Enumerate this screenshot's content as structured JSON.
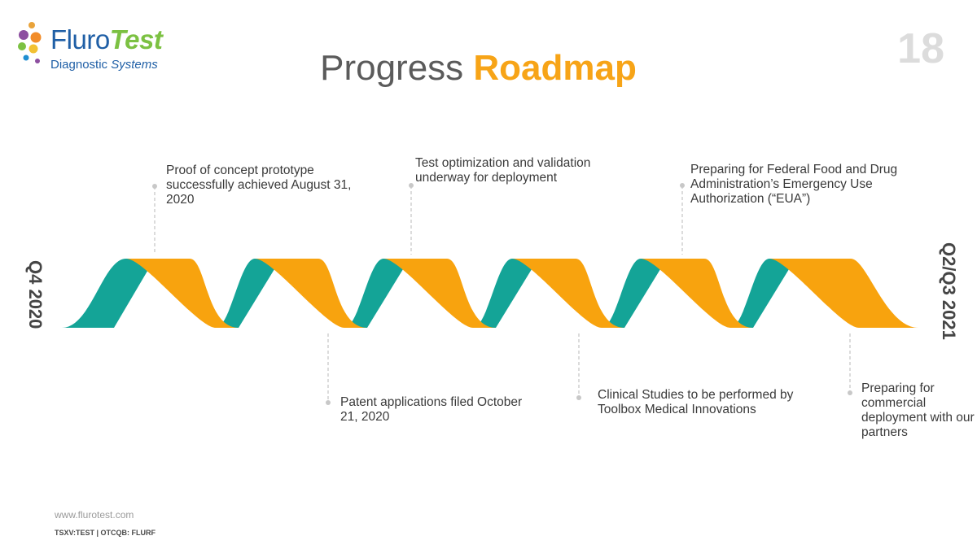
{
  "logo": {
    "name_part1": "Fluro",
    "name_part2": "Test",
    "subtitle_part1": "Diagnostic ",
    "subtitle_part2": "Systems"
  },
  "title": {
    "part1": "Progress ",
    "part2": "Roadmap"
  },
  "page_number": "18",
  "timeline": {
    "start_label": "Q4 2020",
    "end_label": "Q2/Q3 2021",
    "milestones": [
      {
        "text": "Proof of concept prototype successfully achieved August 31, 2020"
      },
      {
        "text": "Test optimization and validation underway for deployment"
      },
      {
        "text": "Preparing for Federal Food and Drug Administration’s Emergency Use Authorization (“EUA”)"
      },
      {
        "text": "Patent applications filed October 21, 2020"
      },
      {
        "text": "Clinical Studies to be performed by Toolbox Medical Innovations"
      },
      {
        "text": "Preparing for commercial deployment with our partners"
      }
    ]
  },
  "footer": {
    "url": "www.flurotest.com",
    "ticker": "TSXV:TEST |  OTCQB: FLURF"
  },
  "colors": {
    "teal": "#14a497",
    "orange": "#f8a30e",
    "title_accent": "#f7a417",
    "logo_blue": "#1f5fa6",
    "logo_green": "#7cc142"
  }
}
